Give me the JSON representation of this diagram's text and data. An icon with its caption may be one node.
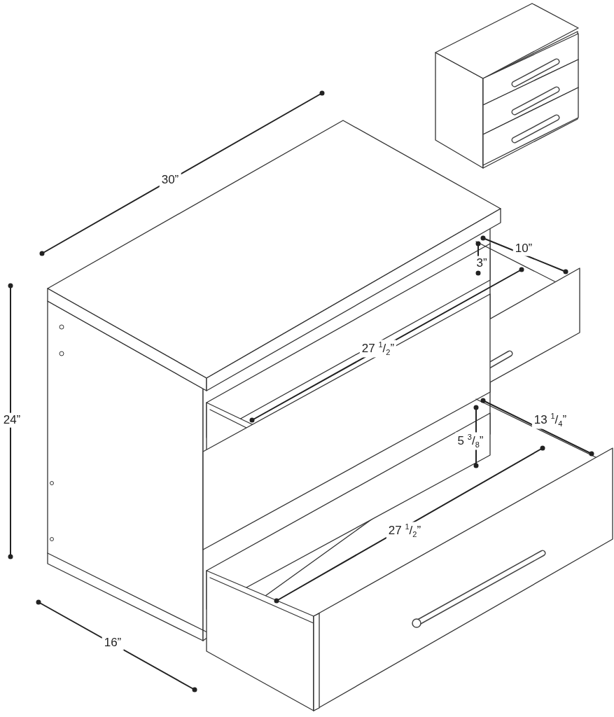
{
  "diagram": {
    "labels": [
      "30”",
      "10”",
      "3”",
      "27 $^{1}$/$_{2}$”",
      "24”",
      "13 $^{1}$/$_{4}$”",
      "5 $^{3}$/$_{8}$”",
      "27 $^{1}$/$_{2}$”",
      "16”"
    ]
  }
}
